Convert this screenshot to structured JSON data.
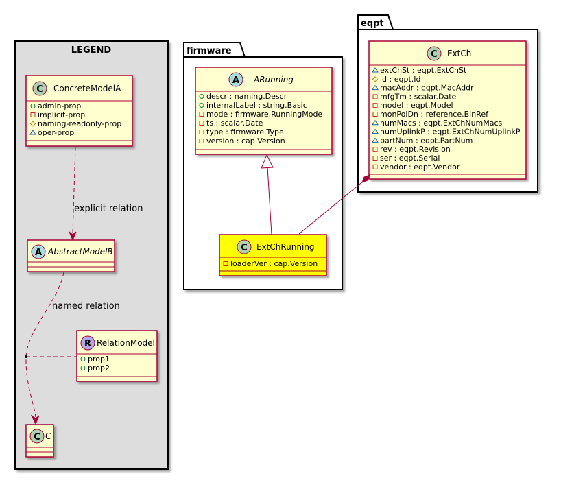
{
  "legend": {
    "title": "LEGEND",
    "concrete": {
      "stereo": "C",
      "name": "ConcreteModelA",
      "attrs": [
        {
          "vis": "+",
          "text": "admin-prop"
        },
        {
          "vis": "-",
          "text": "implicit-prop"
        },
        {
          "vis": "#",
          "text": "naming-readonly-prop"
        },
        {
          "vis": "~",
          "text": "oper-prop"
        }
      ]
    },
    "explicit_relation": "explicit relation",
    "abstract": {
      "stereo": "A",
      "name": "AbstractModelB"
    },
    "named_relation": "named relation",
    "relation_model": {
      "stereo": "R",
      "name": "RelationModel",
      "attrs": [
        {
          "vis": "+",
          "text": "prop1"
        },
        {
          "vis": "+",
          "text": "prop2"
        }
      ]
    },
    "c": {
      "stereo": "C",
      "name": "C"
    }
  },
  "firmware": {
    "title": "firmware",
    "arunning": {
      "stereo": "A",
      "name": "ARunning",
      "attrs": [
        {
          "vis": "+",
          "text": "descr : naming.Descr"
        },
        {
          "vis": "+",
          "text": "internalLabel : string.Basic"
        },
        {
          "vis": "-",
          "text": "mode : firmware.RunningMode"
        },
        {
          "vis": "-",
          "text": "ts : scalar.Date"
        },
        {
          "vis": "-",
          "text": "type : firmware.Type"
        },
        {
          "vis": "-",
          "text": "version : cap.Version"
        }
      ]
    },
    "extchrunning": {
      "stereo": "C",
      "name": "ExtChRunning",
      "attrs": [
        {
          "vis": "-",
          "text": "loaderVer : cap.Version"
        }
      ]
    }
  },
  "eqpt": {
    "title": "eqpt",
    "extch": {
      "stereo": "C",
      "name": "ExtCh",
      "attrs": [
        {
          "vis": "~",
          "text": "extChSt : eqpt.ExtChSt"
        },
        {
          "vis": "#",
          "text": "id : eqpt.Id"
        },
        {
          "vis": "~",
          "text": "macAddr : eqpt.MacAddr"
        },
        {
          "vis": "-",
          "text": "mfgTm : scalar.Date"
        },
        {
          "vis": "-",
          "text": "model : eqpt.Model"
        },
        {
          "vis": "-",
          "text": "monPolDn : reference.BinRef"
        },
        {
          "vis": "~",
          "text": "numMacs : eqpt.ExtChNumMacs"
        },
        {
          "vis": "~",
          "text": "numUplinkP : eqpt.ExtChNumUplinkP"
        },
        {
          "vis": "~",
          "text": "partNum : eqpt.PartNum"
        },
        {
          "vis": "-",
          "text": "rev : eqpt.Revision"
        },
        {
          "vis": "-",
          "text": "ser : eqpt.Serial"
        },
        {
          "vis": "-",
          "text": "vendor : eqpt.Vendor"
        }
      ]
    }
  },
  "colors": {
    "class_fill": "#FEFECE",
    "class_border": "#A80036",
    "highlight_fill": "#FFFF00",
    "legend_fill": "#DDDDDD",
    "circle_c": "#ADD1B2",
    "circle_a": "#A9DCDF",
    "circle_r": "#B4A7E5"
  }
}
